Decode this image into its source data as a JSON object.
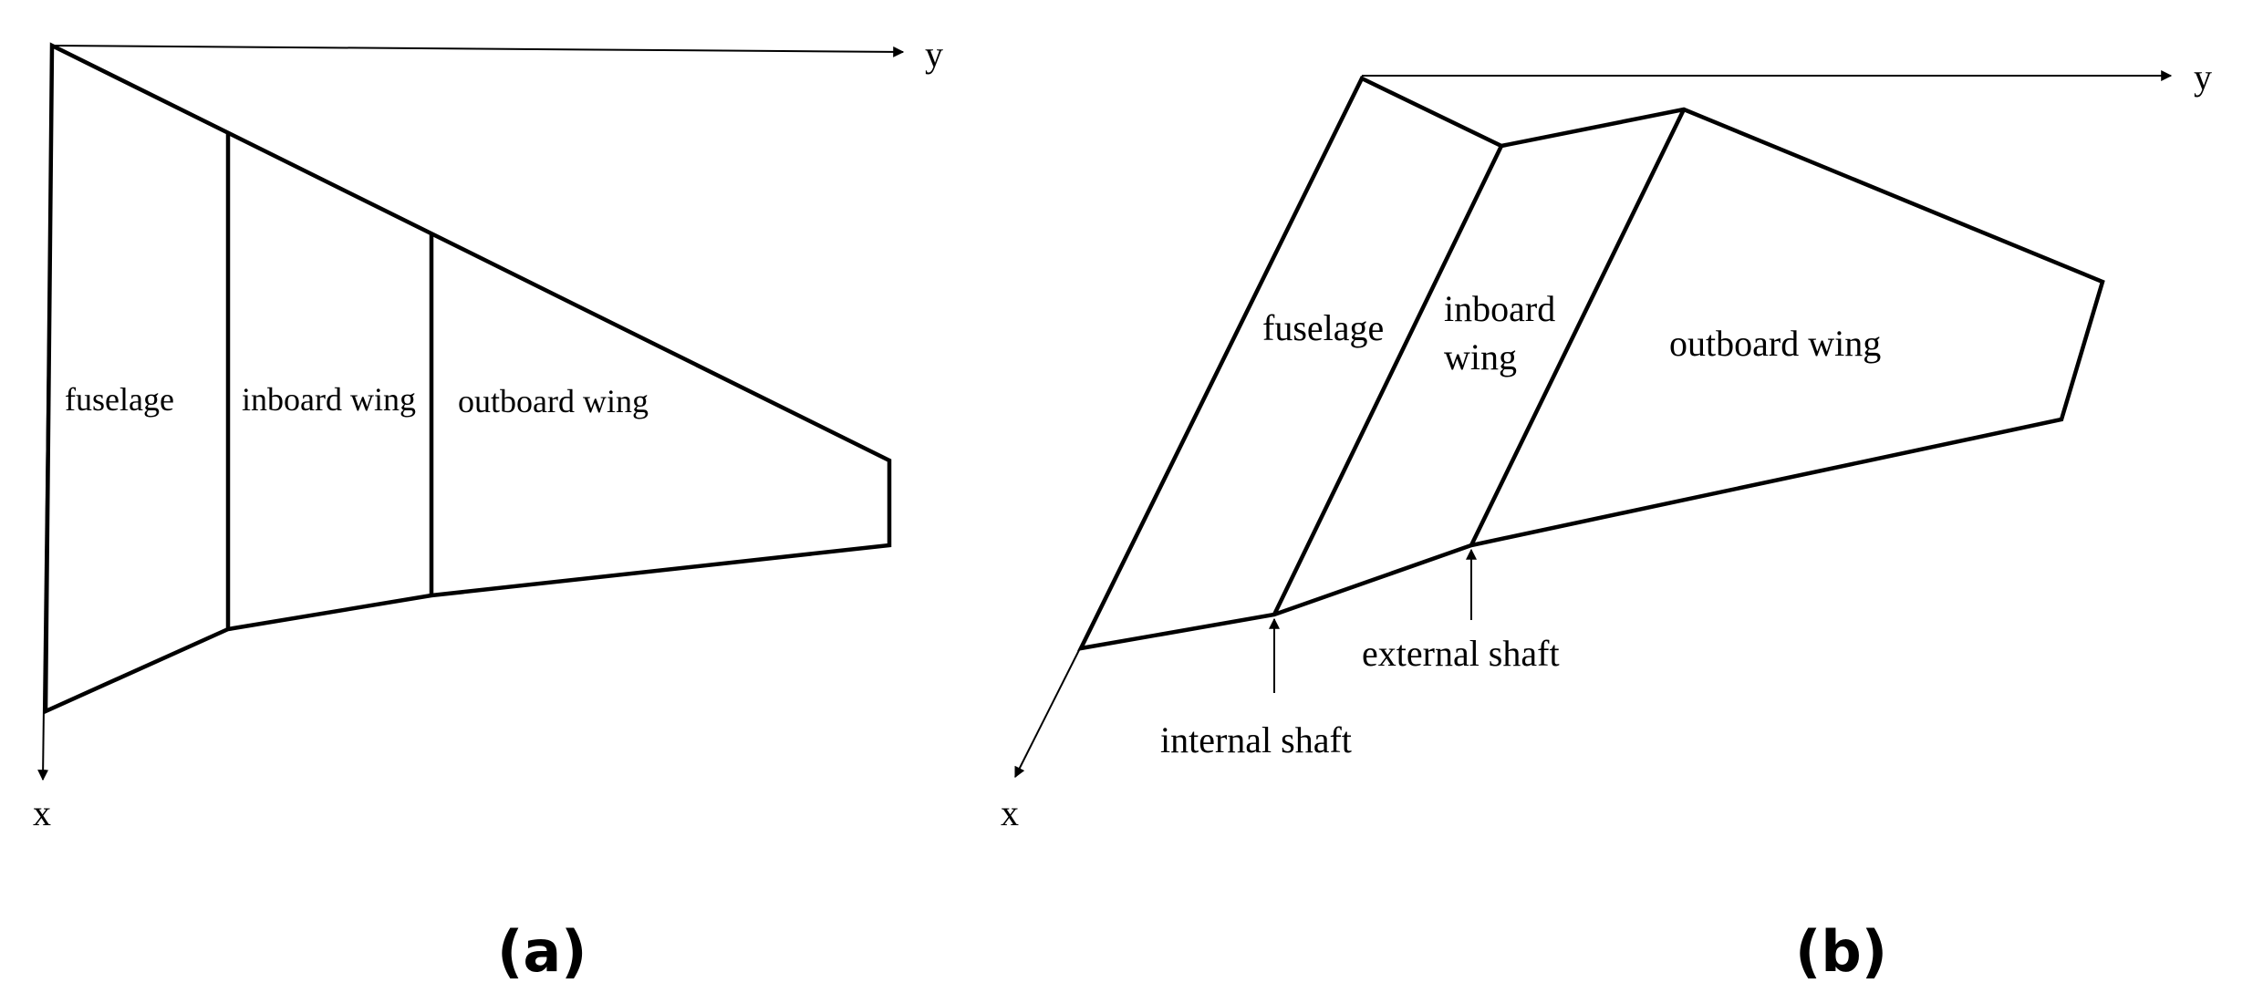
{
  "panel_a": {
    "caption": "(a)",
    "axis_x_label": "x",
    "axis_y_label": "y",
    "regions": {
      "fuselage": "fuselage",
      "inboard_wing": "inboard wing",
      "outboard_wing": "outboard wing"
    }
  },
  "panel_b": {
    "caption": "(b)",
    "axis_x_label": "x",
    "axis_y_label": "y",
    "regions": {
      "fuselage": "fuselage",
      "inboard_wing_line1": "inboard",
      "inboard_wing_line2": "wing",
      "outboard_wing": "outboard wing"
    },
    "annotations": {
      "external_shaft": "external shaft",
      "internal_shaft": "internal shaft"
    }
  },
  "colors": {
    "stroke": "#000000",
    "background": "#ffffff"
  }
}
